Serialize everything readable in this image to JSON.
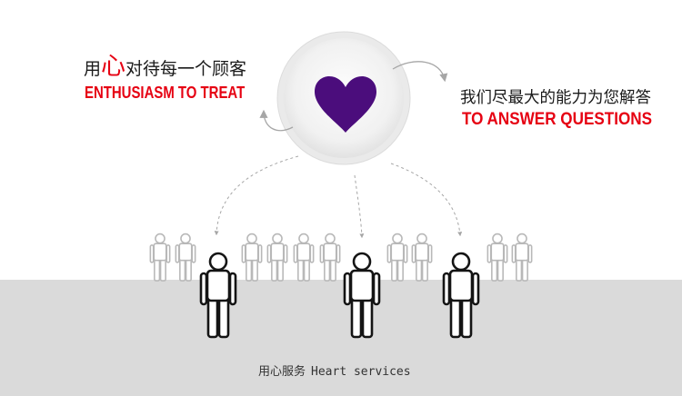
{
  "left_caption": {
    "prefix": "用",
    "highlight": "心",
    "suffix": "对待每一个顾客",
    "english": "ENTHUSIASM TO TREAT"
  },
  "right_caption": {
    "chinese": "我们尽最大的能力为您解答",
    "english": "TO ANSWER QUESTIONS"
  },
  "footer": {
    "chinese": "用心服务",
    "english": "Heart services"
  },
  "icons": {
    "center": "heart-icon",
    "figure": "person-icon",
    "arrow": "curved-arrow-icon"
  },
  "colors": {
    "accent": "#e60012",
    "heart": "#4b0d7c",
    "text": "#1a1a1a",
    "figure_primary": "#141414",
    "figure_secondary": "#b8b8b8",
    "ground": "#dadada",
    "arrow": "#a6a6a6"
  }
}
